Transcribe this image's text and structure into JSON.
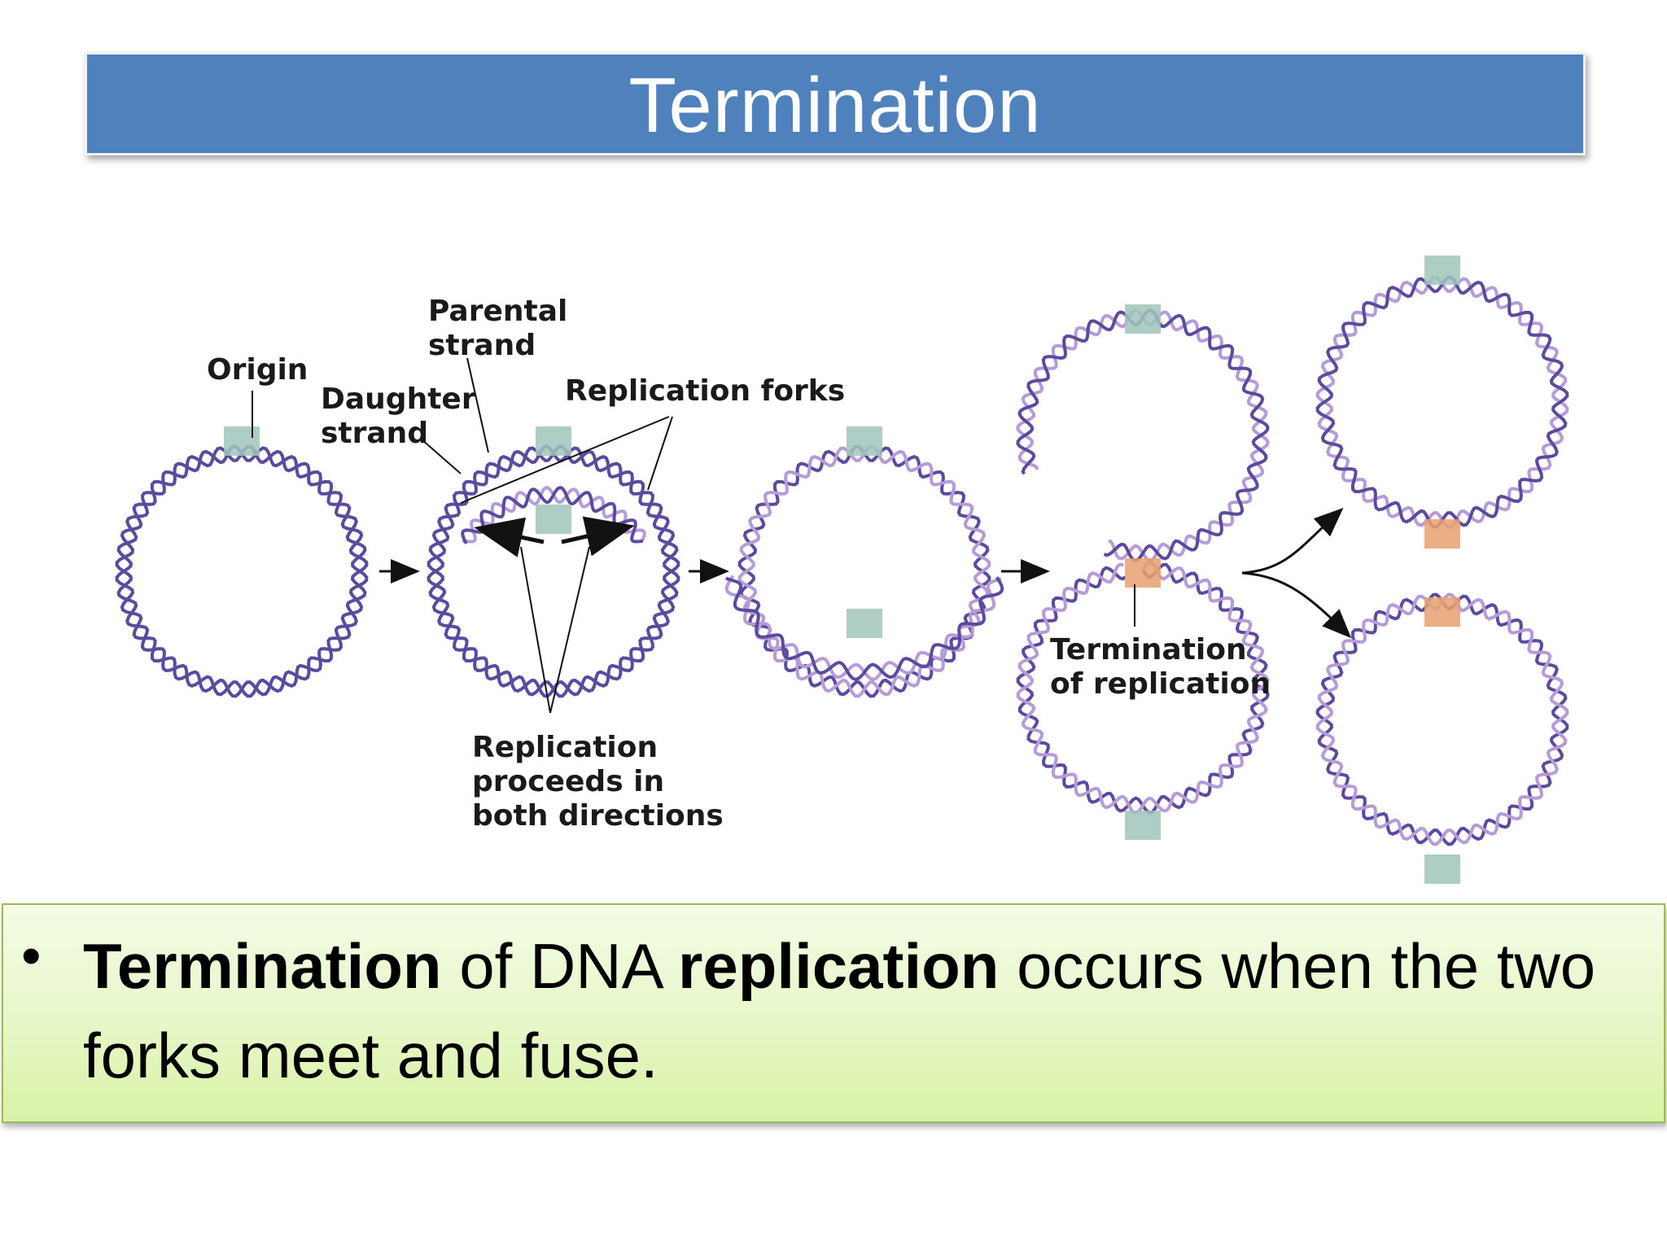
{
  "slide": {
    "title": "Termination"
  },
  "diagram": {
    "labels": {
      "origin": "Origin",
      "parental_strand_1": "Parental",
      "parental_strand_2": "strand",
      "daughter_strand_1": "Daughter",
      "daughter_strand_2": "strand",
      "replication_forks": "Replication forks",
      "proceeds_1": "Replication",
      "proceeds_2": "proceeds in",
      "proceeds_3": "both directions",
      "termination_1": "Termination",
      "termination_2": "of replication"
    },
    "colors": {
      "parental": "#5b4a9e",
      "daughter": "#b79ad8",
      "origin_marker": "#9fc4bb",
      "terminus_marker": "#e8a070"
    }
  },
  "bullet": {
    "part1": "Termination",
    "part2": " of DNA ",
    "part3": "replication",
    "part4": " occurs when the two forks meet and fuse."
  }
}
